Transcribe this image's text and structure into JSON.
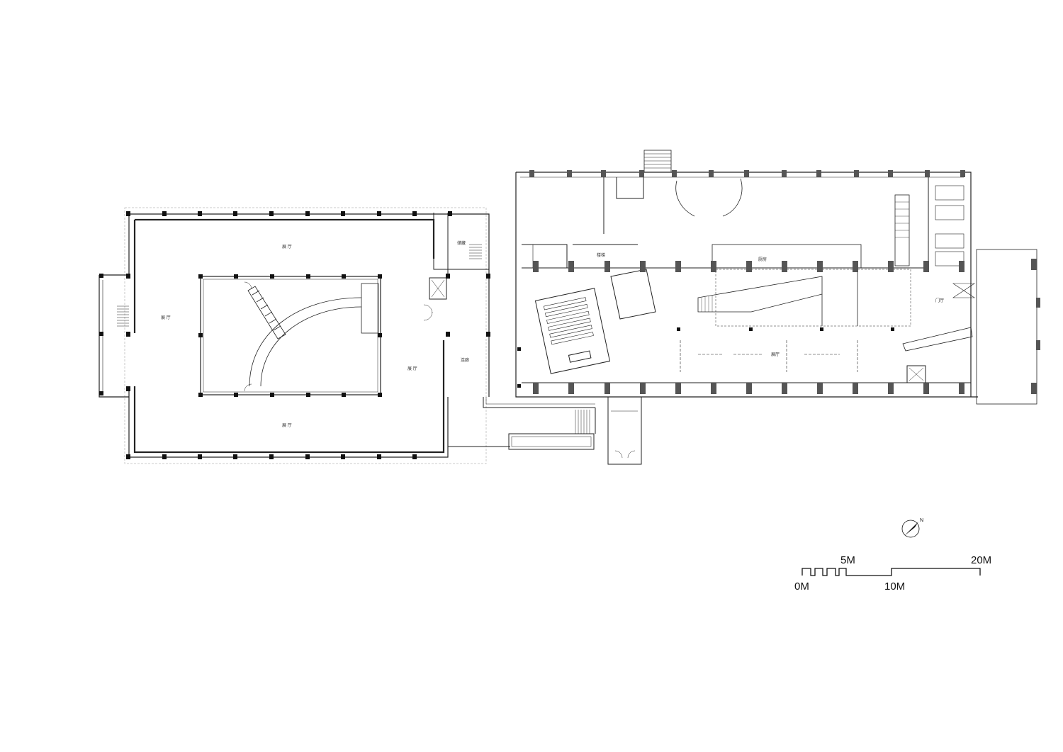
{
  "compass": {
    "north_label": "N"
  },
  "scale_bar": {
    "label_0": "0M",
    "label_5": "5M",
    "label_10": "10M",
    "label_20": "20M"
  },
  "rooms": {
    "hall_north": "展 厅",
    "hall_west": "展 厅",
    "hall_east": "展 厅",
    "hall_south": "展 厅",
    "courtyard": "",
    "corridor": "连廊",
    "storage": "储藏",
    "east_hall": "展厅",
    "pantry": "厨房",
    "lobby": "门厅",
    "stair": "楼梯",
    "shop": "",
    "office": "",
    "lecture": "",
    "reading": ""
  }
}
